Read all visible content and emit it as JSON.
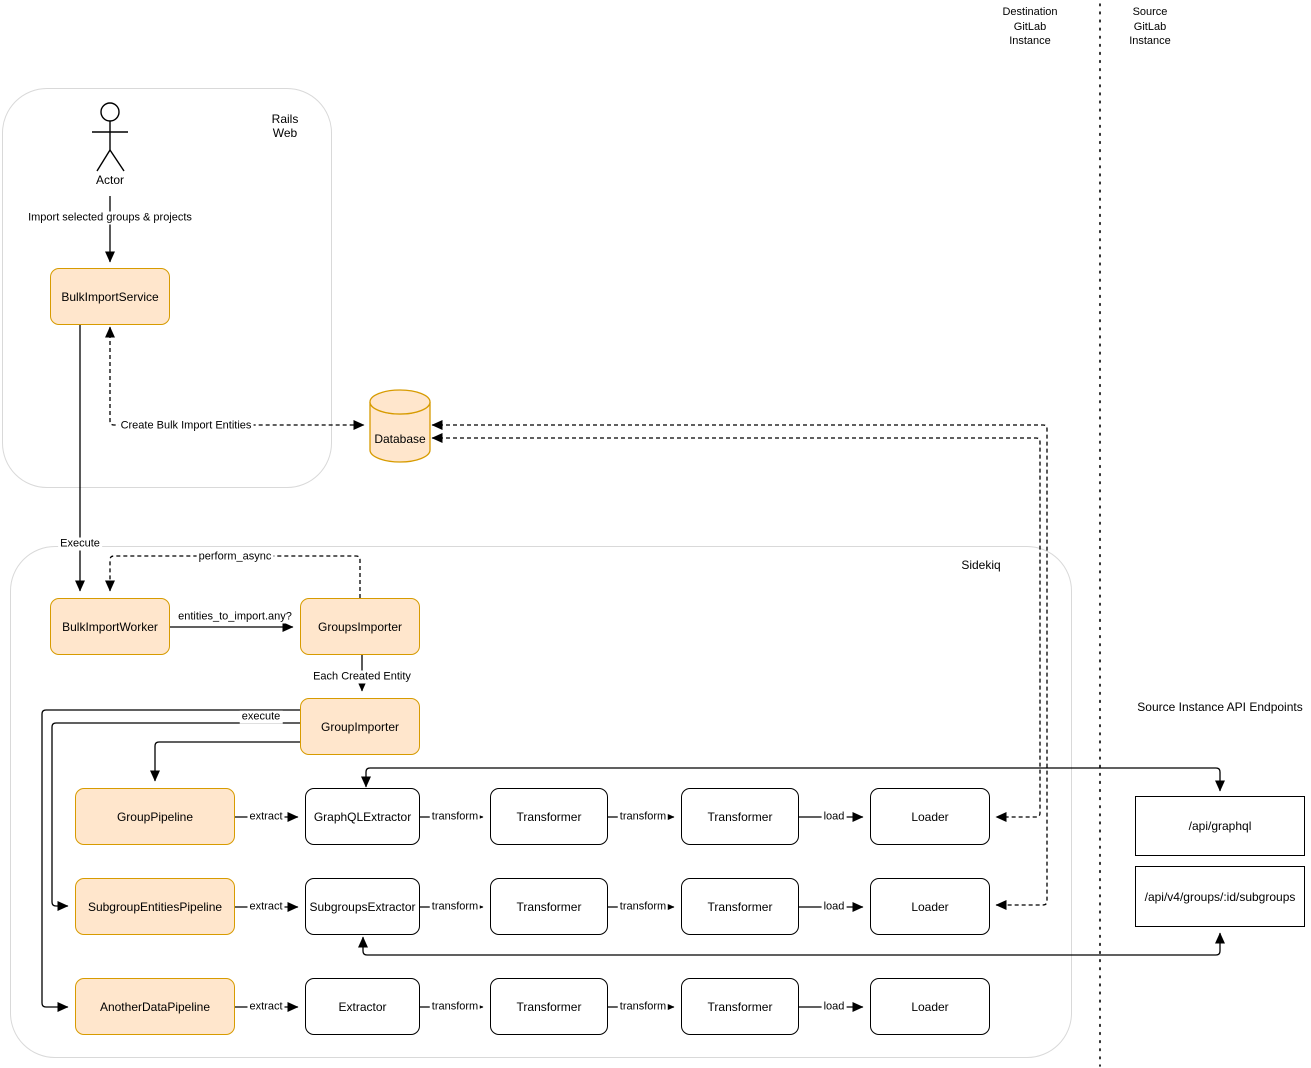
{
  "lanes": {
    "destination": "Destination\nGitLab\nInstance",
    "source": "Source\nGitLab\nInstance"
  },
  "containers": {
    "rails_web": "Rails\nWeb",
    "sidekiq": "Sidekiq"
  },
  "actor_label": "Actor",
  "api_section_title": "Source Instance API Endpoints",
  "nodes": {
    "bulk_import_service": "BulkImportService",
    "database": "Database",
    "bulk_import_worker": "BulkImportWorker",
    "groups_importer": "GroupsImporter",
    "group_importer": "GroupImporter",
    "group_pipeline": "GroupPipeline",
    "subgroup_entities_pipeline": "SubgroupEntitiesPipeline",
    "another_data_pipeline": "AnotherDataPipeline",
    "graphql_extractor": "GraphQLExtractor",
    "subgroups_extractor": "SubgroupsExtractor",
    "extractor": "Extractor",
    "transformer": "Transformer",
    "loader": "Loader",
    "api_graphql": "/api/graphql",
    "api_subgroups": "/api/v4/groups/:id/subgroups"
  },
  "edge_labels": {
    "import_selected": "Import selected groups & projects",
    "create_entities": "Create Bulk Import Entities",
    "execute": "Execute",
    "perform_async": "perform_async",
    "entities_any": "entities_to_import.any?",
    "each_created_entity": "Each Created Entity",
    "execute_pipeline": "execute",
    "extract": "extract",
    "transform": "transform",
    "load": "load"
  },
  "colors": {
    "accent_fill": "#FFE6CC",
    "accent_stroke": "#D79B00",
    "edge": "#000000",
    "container_stroke": "#D9D9D9"
  }
}
